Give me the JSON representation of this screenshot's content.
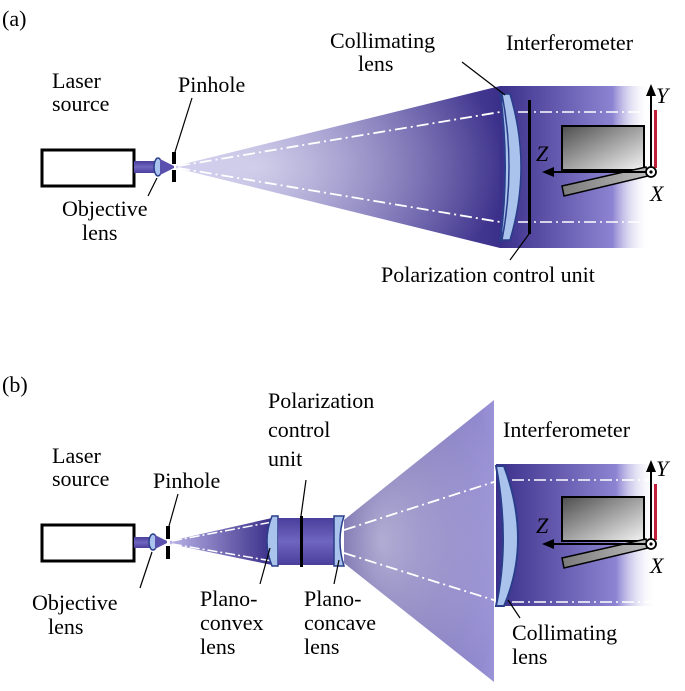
{
  "panel_a": {
    "tag": "(a)",
    "laser_source": [
      "Laser",
      "source"
    ],
    "pinhole": "Pinhole",
    "objective_lens": [
      "Objective",
      "lens"
    ],
    "collimating_lens": [
      "Collimating",
      "lens"
    ],
    "interferometer": "Interferometer",
    "polarization_control_unit": "Polarization control unit",
    "axis_x": "X",
    "axis_y": "Y",
    "axis_z": "Z"
  },
  "panel_b": {
    "tag": "(b)",
    "laser_source": [
      "Laser",
      "source"
    ],
    "pinhole": "Pinhole",
    "objective_lens": [
      "Objective",
      "lens"
    ],
    "polarization_control_unit": [
      "Polarization",
      "control",
      "unit"
    ],
    "plano_convex_lens": [
      "Plano-",
      "convex",
      "lens"
    ],
    "plano_concave_lens": [
      "Plano-",
      "concave",
      "lens"
    ],
    "interferometer": "Interferometer",
    "collimating_lens": [
      "Collimating",
      "lens"
    ],
    "axis_x": "X",
    "axis_y": "Y",
    "axis_z": "Z"
  },
  "colors": {
    "beam_dark": "#3a2f8a",
    "beam_light": "#c9c4ec",
    "lens_fill": "#a9c3ec",
    "lens_stroke": "#2a3d8a",
    "interferometer_box_dark": "#5a5a5a",
    "interferometer_box_light": "#f2f2f2",
    "y_axis_marker": "#c0203a"
  }
}
